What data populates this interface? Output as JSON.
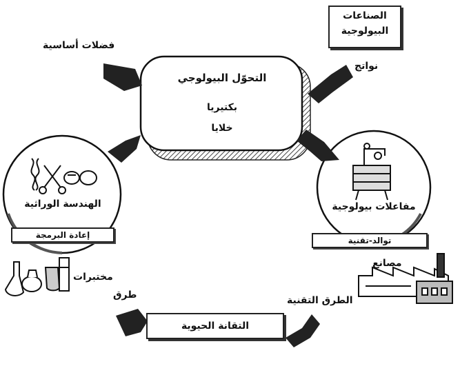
{
  "title_box": {
    "line1": "الصناعات",
    "line2": "البيولوجية"
  },
  "center": {
    "title": "التحوّل البيولوجي",
    "line1": "بكتيريا",
    "line2": "خلايا"
  },
  "inputs": {
    "raw_materials": "فضلات أساسية"
  },
  "outputs": {
    "products": "نواتج"
  },
  "left_circle": {
    "title": "الهندسة الوراثية",
    "strip": "إعادة البرمجة"
  },
  "right_circle": {
    "title": "مفاعلات بيولوجية",
    "strip": "توالد-تقنية"
  },
  "labs": "مختبرات",
  "factories": "مصانع",
  "methods": "طرق",
  "tech_methods": "الطرق التقنية",
  "biotech": "التقانة الحيوية",
  "colors": {
    "ink": "#111111",
    "hatch": "#555555",
    "paper": "#ffffff"
  }
}
